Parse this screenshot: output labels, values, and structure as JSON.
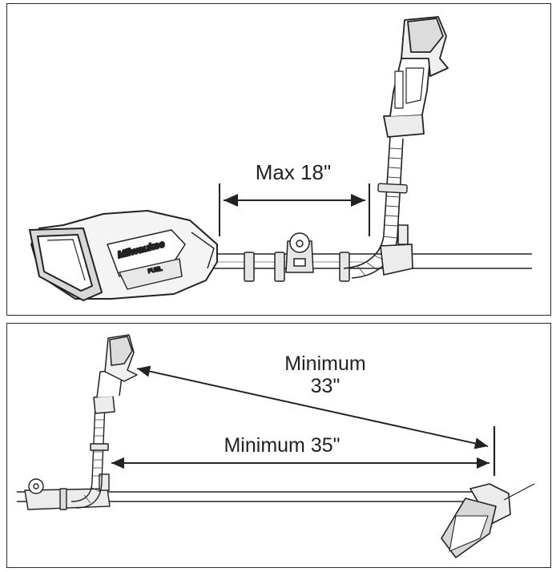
{
  "top_panel": {
    "max_label": "Max 18\"",
    "brand_text": "Milwaukee",
    "fuel_text": "FUEL"
  },
  "bottom_panel": {
    "minimum_33_line1": "Minimum",
    "minimum_33_line2": "33\"",
    "minimum_35_label": "Minimum 35\""
  }
}
